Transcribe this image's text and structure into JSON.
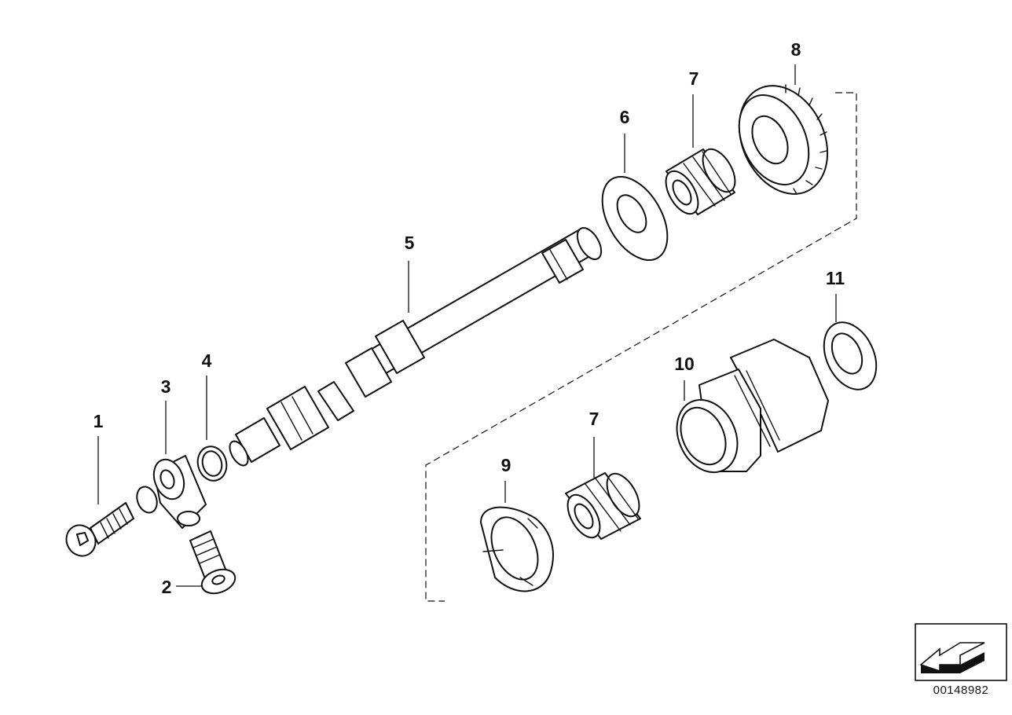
{
  "diagram": {
    "callouts": [
      {
        "id": "1",
        "label": "1"
      },
      {
        "id": "2",
        "label": "2"
      },
      {
        "id": "3",
        "label": "3"
      },
      {
        "id": "4",
        "label": "4"
      },
      {
        "id": "5",
        "label": "5"
      },
      {
        "id": "6",
        "label": "6"
      },
      {
        "id": "7a",
        "label": "7"
      },
      {
        "id": "7b",
        "label": "7"
      },
      {
        "id": "8",
        "label": "8"
      },
      {
        "id": "9",
        "label": "9"
      },
      {
        "id": "10",
        "label": "10"
      },
      {
        "id": "11",
        "label": "11"
      }
    ],
    "document_number": "00148982"
  }
}
